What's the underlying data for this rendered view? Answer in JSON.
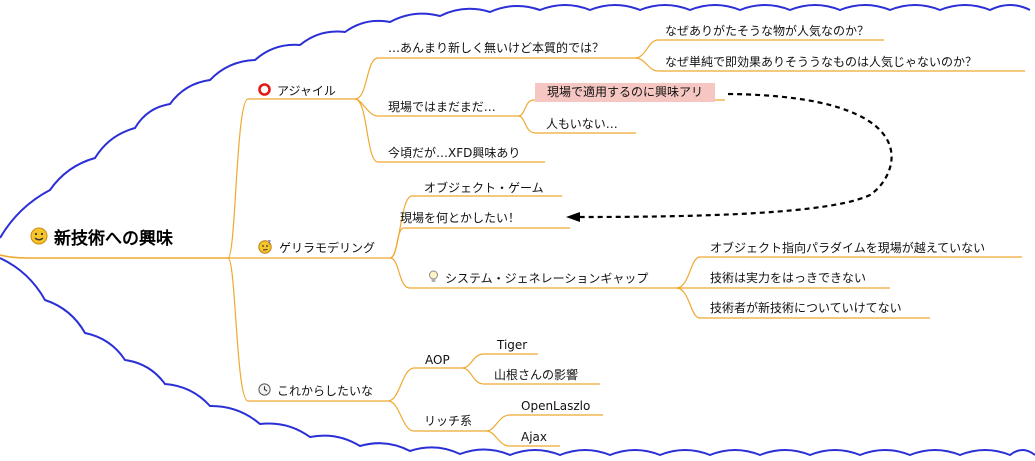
{
  "root": {
    "label": "新技術への興味",
    "icon": "smiley-icon"
  },
  "branches": {
    "agile": {
      "label": "アジャイル",
      "icon": "red-ring-icon",
      "children": [
        {
          "label": "…あんまり新しく無いけど本質的では？",
          "children": [
            "なぜありがたそうな物が人気なのか？",
            "なぜ単純で即効果ありそううなものは人気じゃないのか？"
          ]
        },
        {
          "label": "現場ではまだまだ…",
          "children": [
            "現場で適用するのに興味アリ",
            "人もいない…"
          ]
        },
        {
          "label": "今頃だが…XFD興味あり",
          "children": []
        }
      ]
    },
    "guerrilla": {
      "label": "ゲリラモデリング",
      "icon": "thinking-face-icon",
      "children": [
        {
          "label": "オブジェクト・ゲーム",
          "children": []
        },
        {
          "label": "現場を何とかしたい！",
          "children": []
        },
        {
          "label": "システム・ジェネレーションギャップ",
          "icon": "lightbulb-icon",
          "children": [
            "オブジェクト指向パラダイムを現場が越えていない",
            "技術は実力をはっきできない",
            "技術者が新技術についていけてない"
          ]
        }
      ]
    },
    "future": {
      "label": "これからしたいな",
      "icon": "clock-icon",
      "children": [
        {
          "label": "AOP",
          "children": [
            "Tiger",
            "山根さんの影響"
          ]
        },
        {
          "label": "リッチ系",
          "children": [
            "OpenLaszlo",
            "Ajax"
          ]
        }
      ]
    }
  },
  "colors": {
    "branch_line": "#f0a830",
    "cloud_outline": "#2b2fd6",
    "highlight_fill": "#f6c7c2",
    "link_arrow": "#000000"
  }
}
